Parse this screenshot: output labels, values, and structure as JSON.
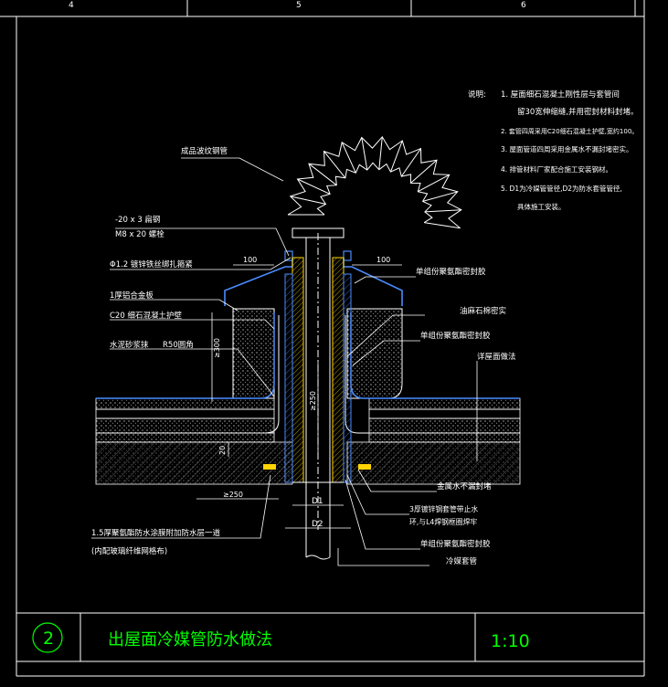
{
  "grid_numbers": [
    "4",
    "5",
    "6"
  ],
  "notes": {
    "heading": "说明:",
    "items": [
      "1. 屋面细石混凝土刚性层与套管间",
      "留30宽伸缩缝,并用密封材料封堵。",
      "2. 套管四周采用C20细石混凝土护壁,宽约100。",
      "3. 屋面管道四周采用金属水不漏封堵密实。",
      "4. 排管材料厂家配合施工安装钢材。",
      "5. D1为冷媒管管径,D2为防水套管管径,",
      "具体施工安装。"
    ]
  },
  "labels": {
    "hose": "成品波纹钢管",
    "flatsteel": "-20 x 3 扁钢",
    "bolt": "M8 x 20 螺栓",
    "wire": "Φ1.2 镀锌铁丝绑扎箍紧",
    "alu": "1厚铝合金板",
    "c20": "C20 细石混凝土护壁",
    "mortar": "水泥砂浆抹",
    "r50": "R50圆角",
    "sealant1": "单组份聚氨酯密封胶",
    "asbestos": "油麻石棉密实",
    "sealant2": "单组份聚氨酯密封胶",
    "roofdetail": "详屋面做法",
    "plug": "金属水不漏封堵",
    "steelring": "3厚镀锌钢套管带止水",
    "steelring2": "环,与L4焊钢框圈焊牢",
    "sealant3": "单组份聚氨酯密封胶",
    "membrane1": "1.5厚聚氨酯防水涂膜附加防水层一道",
    "membrane2": "(内配玻璃纤维网格布)",
    "sleeve": "冷媒套管"
  },
  "dims": {
    "d100_left": "100",
    "d100_right": "100",
    "d300": "≥300",
    "d250v": "≥250",
    "d250h": "≥250",
    "d20": "20",
    "D1": "D1",
    "D2": "D2"
  },
  "title_block": {
    "number": "2",
    "title": "出屋面冷媒管防水做法",
    "scale": "1:10"
  },
  "colors": {
    "background": "#000000",
    "frame": "#ffffff",
    "title": "#00ff00",
    "pipe": "#4a8cff",
    "insulation": "#ffd400",
    "concrete": "#e8e8e8",
    "hatch": "#888888"
  }
}
